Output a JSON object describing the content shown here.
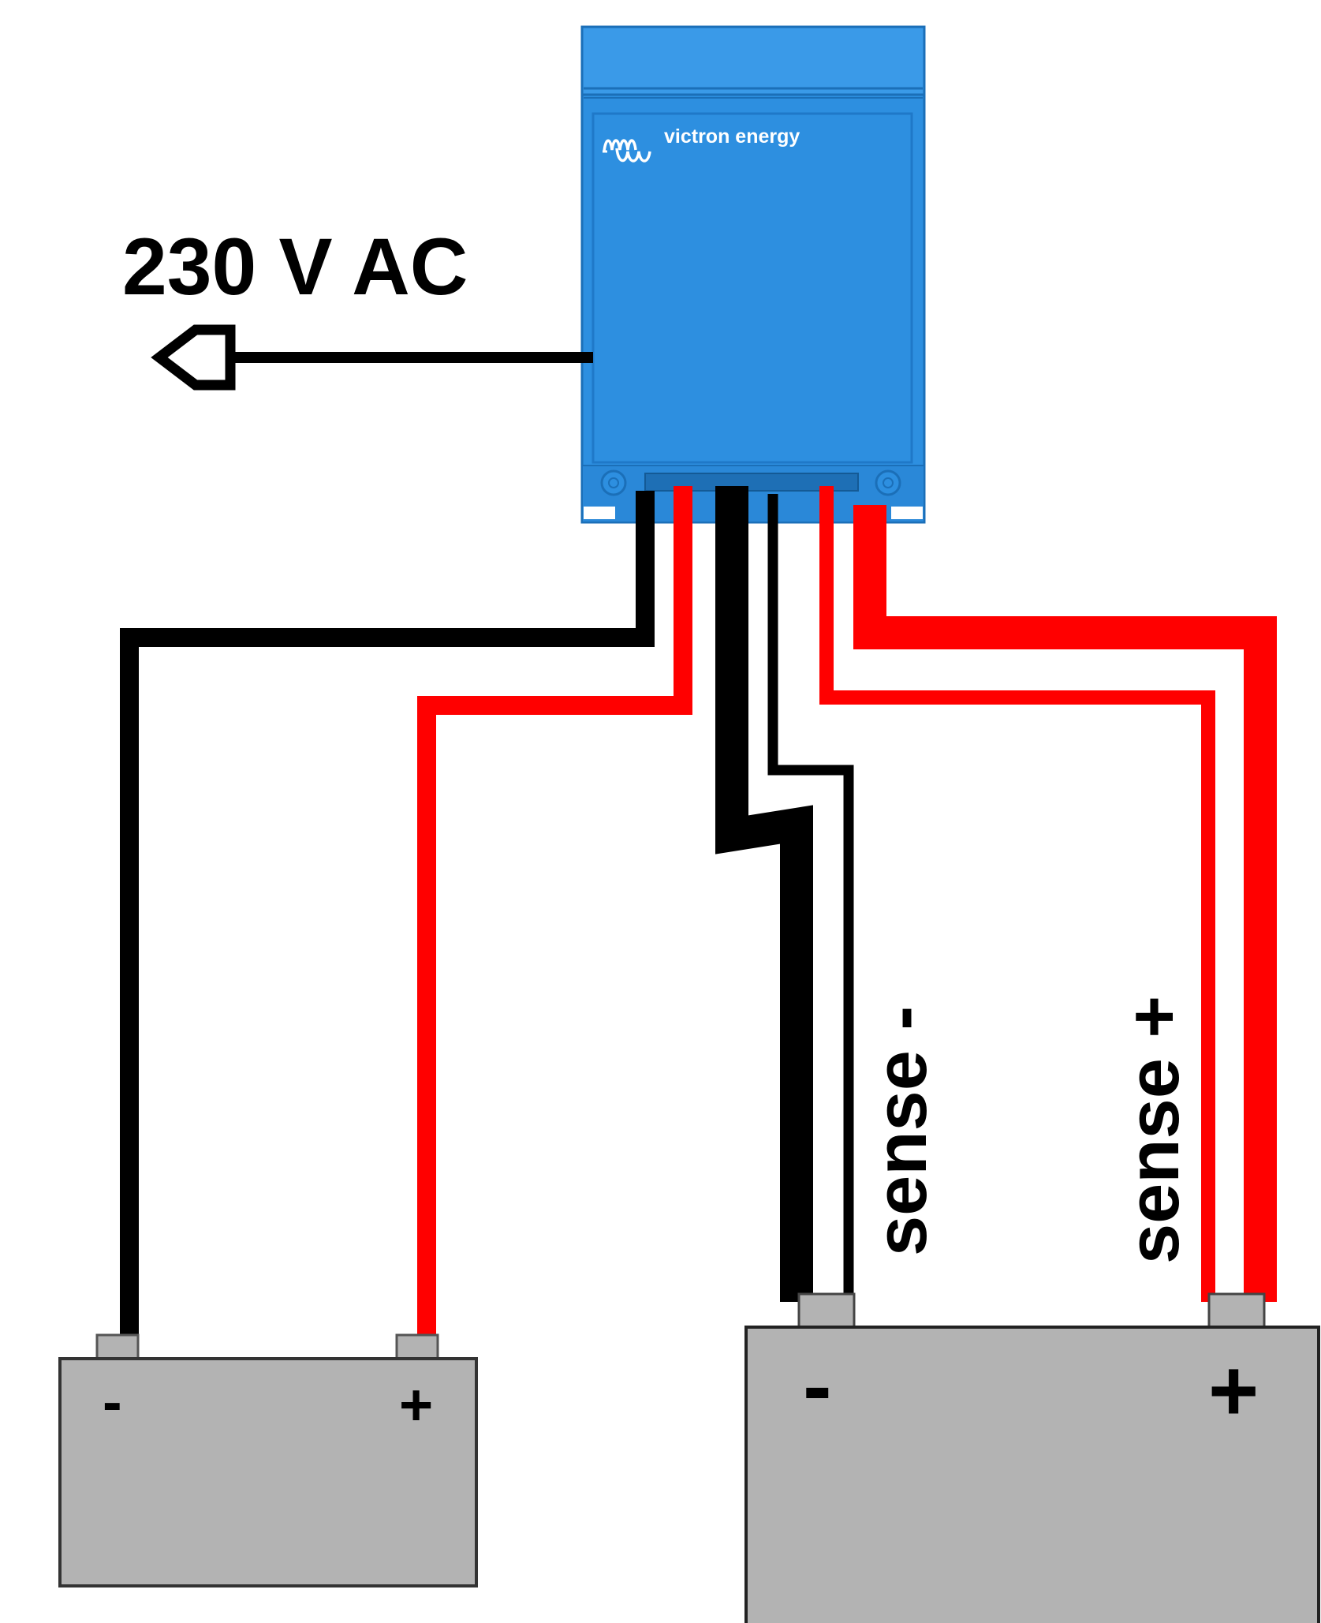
{
  "power_supply": {
    "brand_text": "victron energy",
    "color": "#2D8FE0"
  },
  "ac_label": "230 V AC",
  "wires": {
    "negative_color": "#000000",
    "positive_color": "#FF0000"
  },
  "sense_labels": {
    "negative": "sense -",
    "positive": "sense +"
  },
  "battery_small": {
    "minus_label": "-",
    "plus_label": "+"
  },
  "battery_large": {
    "minus_label": "-",
    "plus_label": "+"
  },
  "battery_color": "#B3B3B3"
}
